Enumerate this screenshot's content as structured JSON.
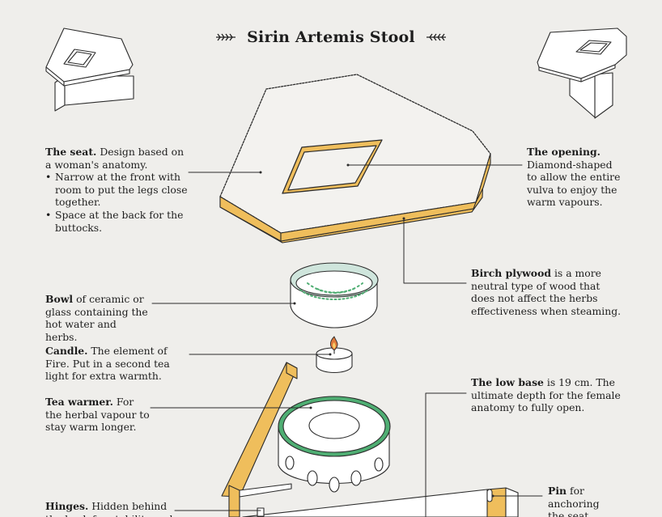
{
  "title": "Sirin Artemis Stool",
  "labels": {
    "seat": {
      "heading": "The seat.",
      "text": "Design based on a woman's anatomy.",
      "bullets": [
        "Narrow at the front with room to put the legs close together.",
        "Space at the back for the buttocks."
      ]
    },
    "opening": {
      "heading": "The opening.",
      "text": "Diamond-shaped to allow the entire vulva to enjoy the warm vapours."
    },
    "plywood": {
      "heading": "Birch plywood",
      "text": "is a more neutral type of wood that does not affect the herbs effectiveness when steaming."
    },
    "bowl": {
      "heading": "Bowl",
      "text": "of ceramic or glass containing the hot water and herbs."
    },
    "candle": {
      "heading": "Candle.",
      "text": "The element of Fire. Put in a second tea light for extra warmth."
    },
    "warmer": {
      "heading": "Tea warmer.",
      "text": "For the herbal vapour to stay warm longer."
    },
    "base": {
      "heading": "The low base",
      "text": "is 19 cm. The ultimate depth for the female anatomy to fully open."
    },
    "hinges": {
      "heading": "Hinges.",
      "text": "Hidden behind the back for stability and"
    },
    "pin": {
      "heading": "Pin",
      "text": "for anchoring the seat."
    }
  },
  "colors": {
    "background": "#efeeeb",
    "line": "#2b2b2b",
    "wood": "#efbe5c",
    "green": "#4fae73",
    "mint": "#cfe5dc",
    "flame": "#e07a3a"
  },
  "icons": [
    "laurel-left-icon",
    "laurel-right-icon",
    "flame-icon"
  ]
}
